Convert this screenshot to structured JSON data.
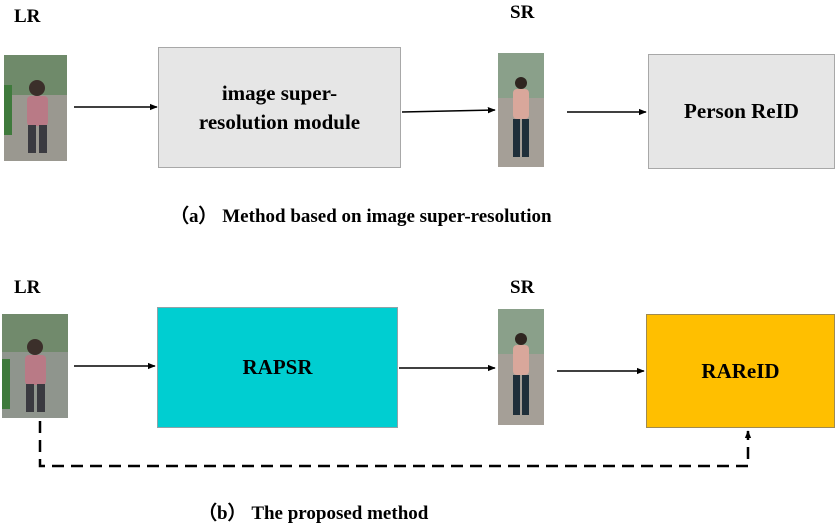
{
  "panel_a": {
    "lr_label": "LR",
    "sr_label": "SR",
    "module_label": "image super-resolution module",
    "reid_label": "Person ReID",
    "caption": "（a） Method based on image super-resolution"
  },
  "panel_b": {
    "lr_label": "LR",
    "sr_label": "SR",
    "rapsr_label": "RAPSR",
    "rareid_label": "RAReID",
    "caption": "（b） The proposed method"
  },
  "colors": {
    "gray_box": "#e6e6e6",
    "rapsr_box": "#00ced1",
    "rareid_box": "#ffbf00"
  },
  "icons": [
    "person-photo-lr",
    "person-photo-sr"
  ]
}
